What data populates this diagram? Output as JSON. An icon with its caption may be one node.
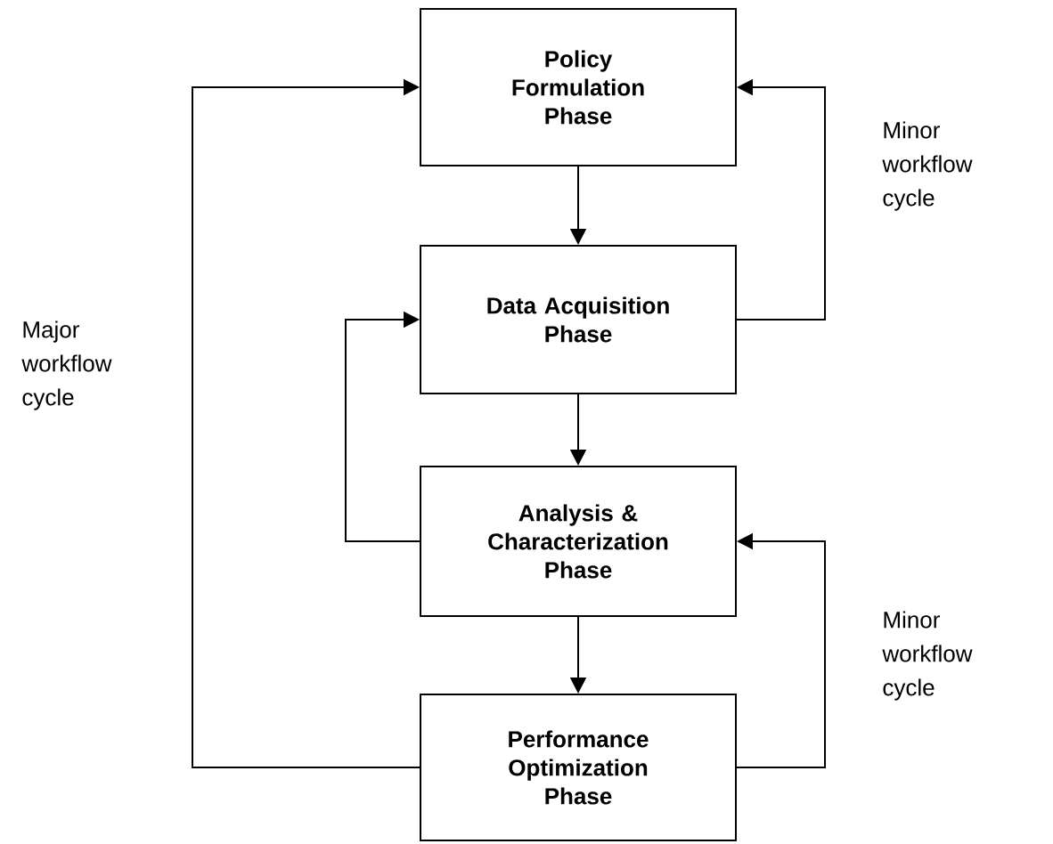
{
  "diagram": {
    "nodes": [
      {
        "text": [
          "Policy Formulation Phase"
        ]
      },
      {
        "text": [
          "Data Acquisition Phase"
        ]
      },
      {
        "text": [
          "Analysis & Characterization Phase"
        ]
      },
      {
        "text": [
          "Performance Optimization Phase"
        ]
      }
    ],
    "edges": [
      {
        "from": 0,
        "to": 1,
        "arrow": "to"
      },
      {
        "from": 1,
        "to": 2,
        "arrow": "to"
      },
      {
        "from": 2,
        "to": 3,
        "arrow": "to"
      },
      {
        "from": 1,
        "to": 0,
        "arrow": "to"
      },
      {
        "from": 2,
        "to": 1,
        "arrow": "to"
      },
      {
        "from": 3,
        "to": 2,
        "arrow": "to"
      },
      {
        "from": 3,
        "to": 0,
        "arrow": "to"
      }
    ],
    "labels": [
      "Minor workflow cycle",
      "Major workflow cycle",
      "Minor workflow cycle"
    ]
  }
}
